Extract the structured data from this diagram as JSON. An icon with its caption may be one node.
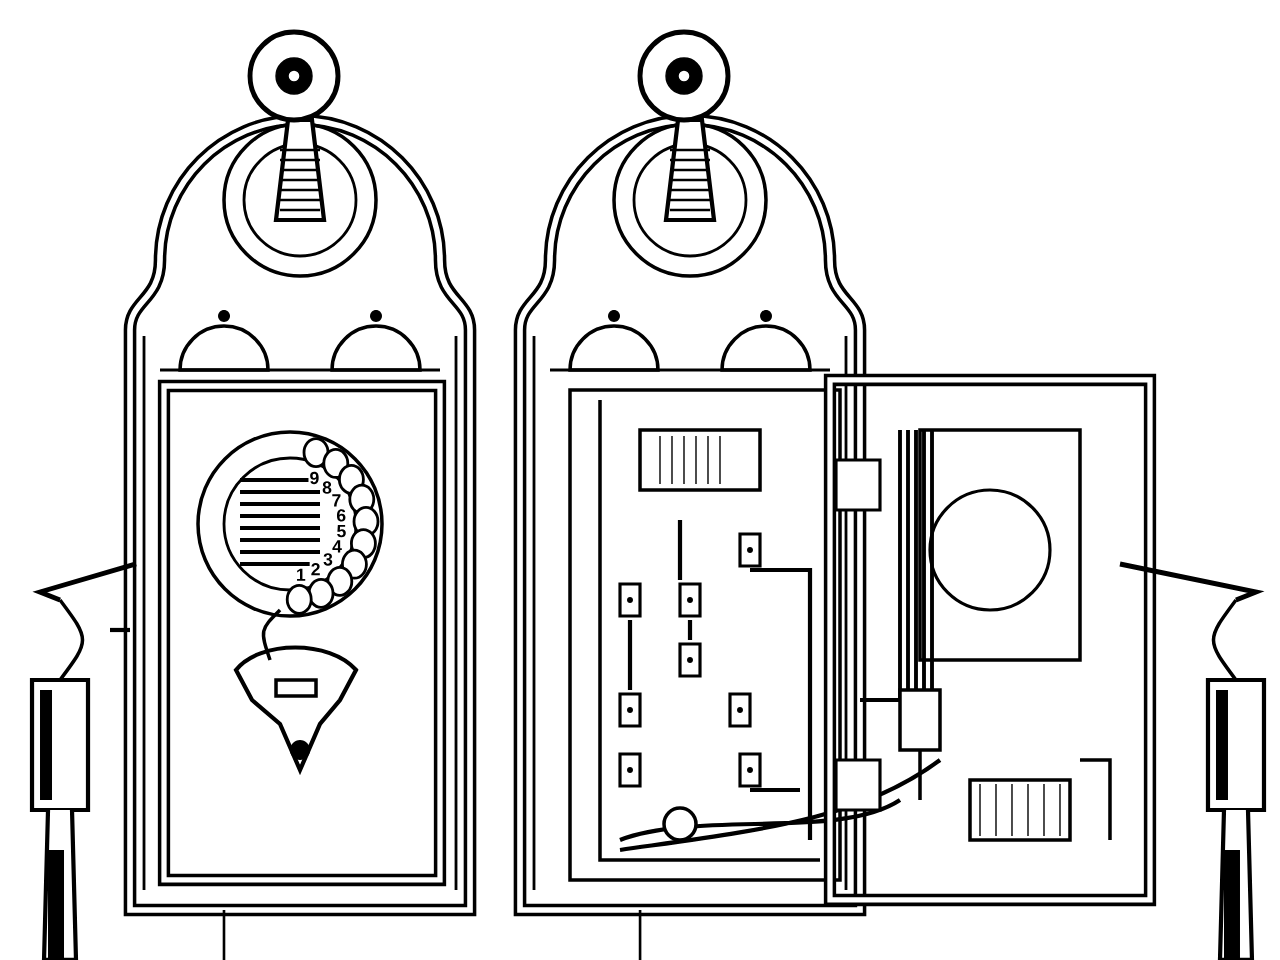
{
  "diagram": {
    "nodes": [
      {
        "text": [],
        "shape": "picture"
      },
      {
        "text": [],
        "shape": "picture"
      }
    ],
    "labels": [
      "9",
      "8",
      "7",
      "6",
      "5",
      "4",
      "3",
      "2",
      "1"
    ]
  }
}
